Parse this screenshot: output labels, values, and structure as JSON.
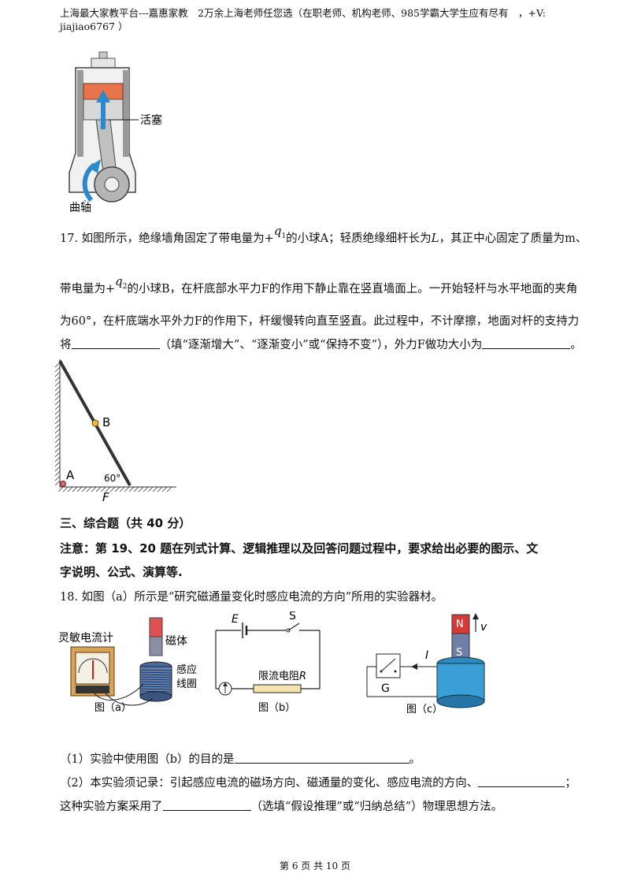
{
  "header": {
    "line1": "上海最大家教平台---嘉惠家教　2万余上海老师任您选（在职老师、机构老师、985学霸大学生应有尽有　，+V:",
    "line2": "jiajiao6767 ）"
  },
  "engine_figure": {
    "label_piston": "活塞",
    "label_crank": "曲轴"
  },
  "q17": {
    "line1_a": "17. 如图所示，绝缘墙角固定了带电量为+",
    "q1": "q",
    "q1_sub": "1",
    "line1_b": "的小球A；轻质绝缘细杆长为",
    "L": "L",
    "line1_c": "，其正中心固定了质量为m、",
    "line2_a": "带电量为+",
    "q2": "q",
    "q2_sub": "2",
    "line2_b": "的小球B，在杆底部水平力F的作用下静止靠在竖直墙面上。一开始轻杆与水平地面的夹角",
    "line3": "为60°，在杆底端水平外力F的作用下，杆缓慢转向直至竖直。此过程中，不计摩擦，地面对杆的支持力",
    "line4_a": "将",
    "line4_b": "（填“逐渐增大”、“逐渐变小”或“保持不变”），外力F做功大小为",
    "line4_c": "。",
    "figure": {
      "label_B": "B",
      "label_A": "A",
      "label_angle": "60°",
      "label_F": "F"
    }
  },
  "section3": {
    "title": "三、综合题（共 40 分）",
    "note_line1": "注意：第 19、20 题在列式计算、逻辑推理以及回答问题过程中，要求给出必要的图示、文",
    "note_line2": "字说明、公式、演算等."
  },
  "q18": {
    "intro": "18. 如图（a）所示是“研究磁通量变化时感应电流的方向”所用的实验器材。",
    "fig_a": {
      "galvanometer": "灵敏电流计",
      "magnet": "磁体",
      "coil_1": "感应",
      "coil_2": "线圈",
      "caption": "图（a）"
    },
    "fig_b": {
      "E": "E",
      "S": "S",
      "resistor_a": "限流电阻",
      "resistor_R": "R",
      "caption": "图（b）"
    },
    "fig_c": {
      "N": "N",
      "S": "S",
      "v": "v",
      "I": "I",
      "G": "G",
      "caption": "图（c）"
    },
    "sub1_a": "（1）实验中使用图（b）的目的是",
    "sub1_b": "。",
    "sub2_a": "（2）本实验须记录：引起感应电流的磁场方向、磁通量的变化、感应电流的方向、",
    "sub2_b": "；",
    "sub3_a": "这种实验方案采用了",
    "sub3_b": "（选填“假设推理”或“归纳总结”）物理思想方法。"
  },
  "footer": "第 6 页 共 10 页"
}
